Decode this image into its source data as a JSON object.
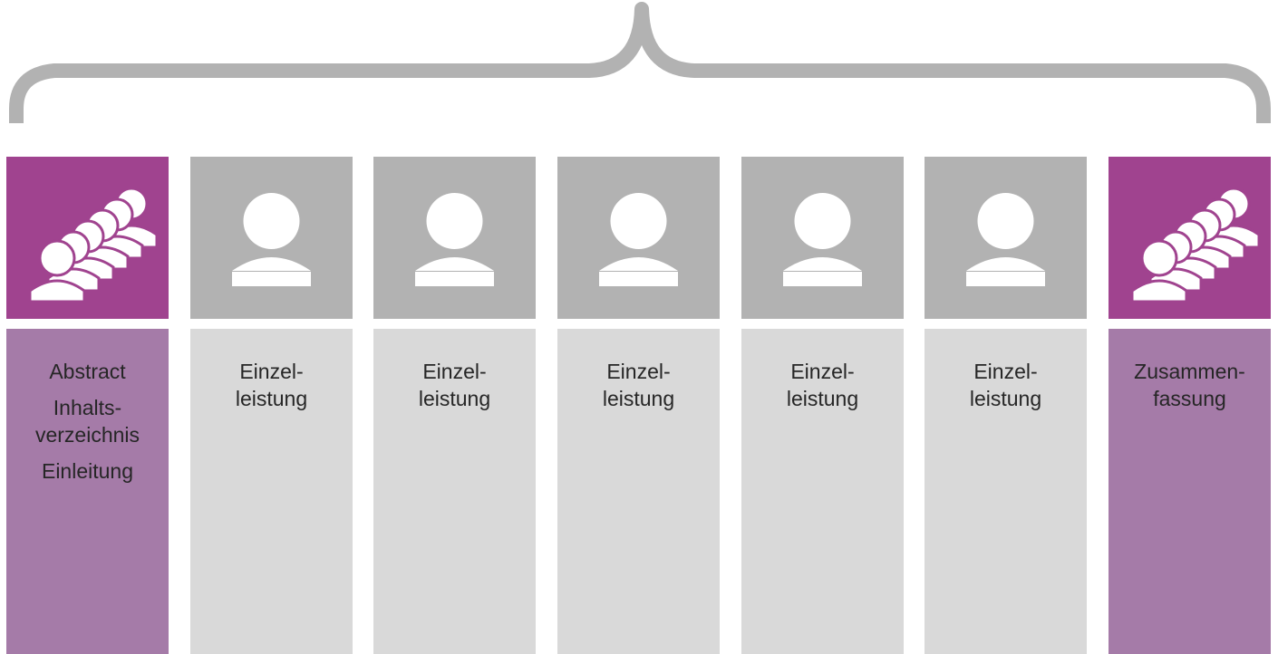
{
  "colors": {
    "group_icon_bg": "#a0438f",
    "group_text_bg": "#a57ba8",
    "single_icon_bg": "#b2b2b2",
    "single_text_bg": "#d9d9d9",
    "brace": "#b2b2b2"
  },
  "columns": [
    {
      "icon": "group-people-icon",
      "lines": [
        "Abstract",
        "Inhalts-",
        "verzeichnis",
        "Einleitung"
      ]
    },
    {
      "icon": "person-icon",
      "lines": [
        "Einzel-",
        "leistung"
      ]
    },
    {
      "icon": "person-icon",
      "lines": [
        "Einzel-",
        "leistung"
      ]
    },
    {
      "icon": "person-icon",
      "lines": [
        "Einzel-",
        "leistung"
      ]
    },
    {
      "icon": "person-icon",
      "lines": [
        "Einzel-",
        "leistung"
      ]
    },
    {
      "icon": "person-icon",
      "lines": [
        "Einzel-",
        "leistung"
      ]
    },
    {
      "icon": "group-people-icon",
      "lines": [
        "Zusammen-",
        "fassung"
      ]
    }
  ]
}
